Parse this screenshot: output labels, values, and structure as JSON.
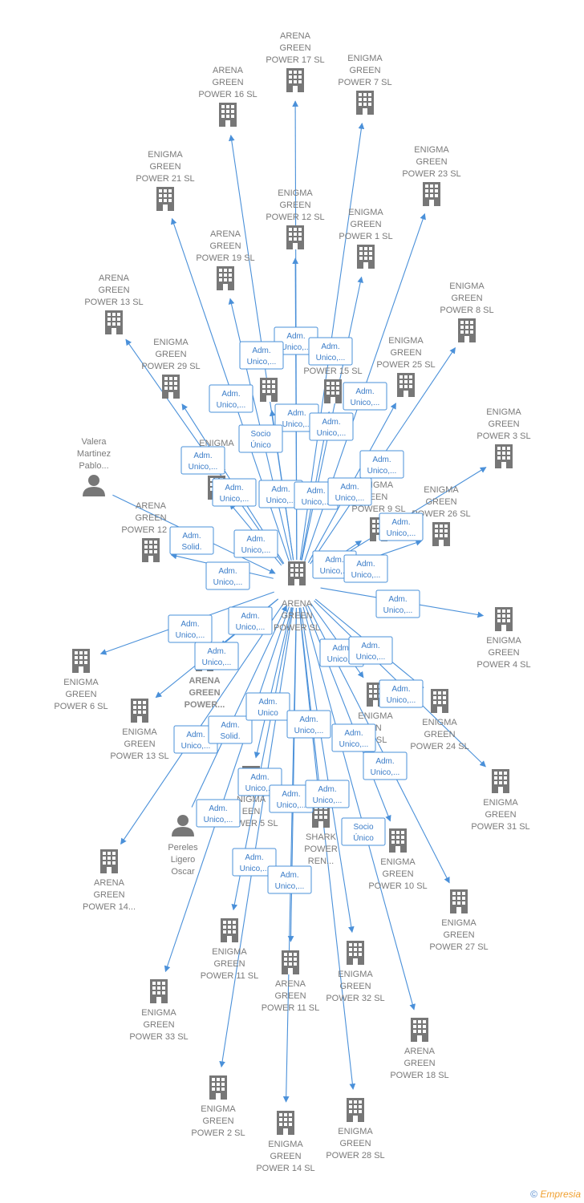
{
  "center": {
    "lines": [
      "ARENA",
      "GREEN",
      "POWER  SL"
    ]
  },
  "nodes": [
    {
      "id": "n17",
      "lines": [
        "ARENA",
        "GREEN",
        "POWER 17  SL"
      ],
      "type": "company"
    },
    {
      "id": "n16",
      "lines": [
        "ARENA",
        "GREEN",
        "POWER 16  SL"
      ],
      "type": "company"
    },
    {
      "id": "e7",
      "lines": [
        "ENIGMA",
        "GREEN",
        "POWER 7  SL"
      ],
      "type": "company"
    },
    {
      "id": "e21",
      "lines": [
        "ENIGMA",
        "GREEN",
        "POWER 21  SL"
      ],
      "type": "company"
    },
    {
      "id": "e23",
      "lines": [
        "ENIGMA",
        "GREEN",
        "POWER 23  SL"
      ],
      "type": "company"
    },
    {
      "id": "e12",
      "lines": [
        "ENIGMA",
        "GREEN",
        "POWER 12  SL"
      ],
      "type": "company"
    },
    {
      "id": "a19",
      "lines": [
        "ARENA",
        "GREEN",
        "POWER 19  SL"
      ],
      "type": "company"
    },
    {
      "id": "e1",
      "lines": [
        "ENIGMA",
        "GREEN",
        "POWER 1  SL"
      ],
      "type": "company"
    },
    {
      "id": "a13",
      "lines": [
        "ARENA",
        "GREEN",
        "POWER 13  SL"
      ],
      "type": "company"
    },
    {
      "id": "e8",
      "lines": [
        "ENIGMA",
        "GREEN",
        "POWER 8  SL"
      ],
      "type": "company"
    },
    {
      "id": "e29",
      "lines": [
        "ENIGMA",
        "GREEN",
        "POWER 29  SL"
      ],
      "type": "company"
    },
    {
      "id": "a_p",
      "lines": [
        "ARE",
        "",
        ""
      ],
      "type": "company"
    },
    {
      "id": "p15",
      "lines": [
        "",
        "",
        "POWER 15  SL"
      ],
      "type": "company"
    },
    {
      "id": "e25",
      "lines": [
        "ENIGMA",
        "GREEN",
        "POWER 25  SL"
      ],
      "type": "company"
    },
    {
      "id": "e3",
      "lines": [
        "ENIGMA",
        "GREEN",
        "POWER 3  SL"
      ],
      "type": "company"
    },
    {
      "id": "valera",
      "lines": [
        "Valera",
        "Martinez",
        "Pablo..."
      ],
      "type": "person"
    },
    {
      "id": "eX0",
      "lines": [
        "ENIGMA",
        "N",
        "0  SL"
      ],
      "type": "company"
    },
    {
      "id": "e9",
      "lines": [
        "NIGMA",
        "EEN",
        "POWER 9  SL"
      ],
      "type": "company"
    },
    {
      "id": "e26",
      "lines": [
        "ENIGMA",
        "GREEN",
        "POWER 26  SL"
      ],
      "type": "company"
    },
    {
      "id": "a12",
      "lines": [
        "ARENA",
        "GREEN",
        "POWER 12  SL"
      ],
      "type": "company"
    },
    {
      "id": "e4",
      "lines": [
        "ENIGMA",
        "GREEN",
        "POWER 4  SL"
      ],
      "type": "company"
    },
    {
      "id": "e6",
      "lines": [
        "ENIGMA",
        "GREEN",
        "POWER 6  SL"
      ],
      "type": "company"
    },
    {
      "id": "agp",
      "lines": [
        "ARENA",
        "GREEN",
        "POWER..."
      ],
      "type": "company",
      "bold": true
    },
    {
      "id": "e13",
      "lines": [
        "ENIGMA",
        "GREEN",
        "POWER 13  SL"
      ],
      "type": "company"
    },
    {
      "id": "e22",
      "lines": [
        "ENIGMA",
        "EN",
        "22  SL"
      ],
      "type": "company"
    },
    {
      "id": "e24",
      "lines": [
        "ENIGMA",
        "GREEN",
        "POWER 24  SL"
      ],
      "type": "company"
    },
    {
      "id": "e31",
      "lines": [
        "ENIGMA",
        "GREEN",
        "POWER 31  SL"
      ],
      "type": "company"
    },
    {
      "id": "e5",
      "lines": [
        "NIGMA",
        "EEN",
        "POWER 5  SL"
      ],
      "type": "company"
    },
    {
      "id": "shark",
      "lines": [
        "SHARK",
        "POWER",
        "REN..."
      ],
      "type": "company"
    },
    {
      "id": "pereles",
      "lines": [
        "Pereles",
        "Ligero",
        "Oscar"
      ],
      "type": "person"
    },
    {
      "id": "a14",
      "lines": [
        "ARENA",
        "GREEN",
        "POWER 14..."
      ],
      "type": "company"
    },
    {
      "id": "e10",
      "lines": [
        "ENIGMA",
        "GREEN",
        "POWER 10  SL"
      ],
      "type": "company"
    },
    {
      "id": "e27",
      "lines": [
        "ENIGMA",
        "GREEN",
        "POWER 27  SL"
      ],
      "type": "company"
    },
    {
      "id": "e11",
      "lines": [
        "ENIGMA",
        "GREEN",
        "POWER 11  SL"
      ],
      "type": "company"
    },
    {
      "id": "a11",
      "lines": [
        "ARENA",
        "GREEN",
        "POWER 11  SL"
      ],
      "type": "company"
    },
    {
      "id": "e32",
      "lines": [
        "ENIGMA",
        "GREEN",
        "POWER 32  SL"
      ],
      "type": "company"
    },
    {
      "id": "e33",
      "lines": [
        "ENIGMA",
        "GREEN",
        "POWER 33  SL"
      ],
      "type": "company"
    },
    {
      "id": "a18",
      "lines": [
        "ARENA",
        "GREEN",
        "POWER 18  SL"
      ],
      "type": "company"
    },
    {
      "id": "e2",
      "lines": [
        "ENIGMA",
        "GREEN",
        "POWER 2  SL"
      ],
      "type": "company"
    },
    {
      "id": "e14",
      "lines": [
        "ENIGMA",
        "GREEN",
        "POWER 14  SL"
      ],
      "type": "company"
    },
    {
      "id": "e28",
      "lines": [
        "ENIGMA",
        "GREEN",
        "POWER 28  SL"
      ],
      "type": "company"
    }
  ],
  "roles": [
    {
      "lines": [
        "Adm.",
        "Unico,..."
      ]
    },
    {
      "lines": [
        "Adm.",
        "Unico,..."
      ]
    },
    {
      "lines": [
        "Adm.",
        "Unico,..."
      ]
    },
    {
      "lines": [
        "Adm.",
        "Unico,..."
      ]
    },
    {
      "lines": [
        "Adm.",
        "Unico,..."
      ]
    },
    {
      "lines": [
        "Adm.",
        "Unico,..."
      ]
    },
    {
      "lines": [
        "Adm.",
        "Unico,..."
      ]
    },
    {
      "lines": [
        "Socio",
        "Único"
      ]
    },
    {
      "lines": [
        "Adm.",
        "Unico,..."
      ]
    },
    {
      "lines": [
        "Adm.",
        "Unico,..."
      ]
    },
    {
      "lines": [
        "Adm.",
        "Unico,..."
      ]
    },
    {
      "lines": [
        "Adm.",
        "Unico,..."
      ]
    },
    {
      "lines": [
        "Adm.",
        "Unico,..."
      ]
    },
    {
      "lines": [
        "Adm.",
        "Unico,..."
      ]
    },
    {
      "lines": [
        "Adm.",
        "Unico,..."
      ]
    },
    {
      "lines": [
        "Adm.",
        "Solid."
      ]
    },
    {
      "lines": [
        "Adm.",
        "Unico,..."
      ]
    },
    {
      "lines": [
        "Adm.",
        "Unico,..."
      ]
    },
    {
      "lines": [
        "Adm.",
        "Unico,..."
      ]
    },
    {
      "lines": [
        "Adm.",
        "Unico,..."
      ]
    },
    {
      "lines": [
        "Adm.",
        "Unico,..."
      ]
    },
    {
      "lines": [
        "Adm.",
        "Unico,..."
      ]
    },
    {
      "lines": [
        "Adm.",
        "Unico,..."
      ]
    },
    {
      "lines": [
        "Adm.",
        "Unico,..."
      ]
    },
    {
      "lines": [
        "Adm.",
        "Unico,..."
      ]
    },
    {
      "lines": [
        "Adm.",
        "Unico,..."
      ]
    },
    {
      "lines": [
        "Adm.",
        "Unico,..."
      ]
    },
    {
      "lines": [
        "Adm.",
        "Unico,..."
      ]
    },
    {
      "lines": [
        "Adm.",
        "Solid."
      ]
    },
    {
      "lines": [
        "Adm.",
        "Unico"
      ]
    },
    {
      "lines": [
        "Adm.",
        "Unico,..."
      ]
    },
    {
      "lines": [
        "Adm.",
        "Unico,..."
      ]
    },
    {
      "lines": [
        "Adm.",
        "Unico,..."
      ]
    },
    {
      "lines": [
        "Adm.",
        "Unico,..."
      ]
    },
    {
      "lines": [
        "Adm.",
        "Unico,..."
      ]
    },
    {
      "lines": [
        "Adm.",
        "Unico,..."
      ]
    },
    {
      "lines": [
        "Socio",
        "Único"
      ]
    },
    {
      "lines": [
        "Adm.",
        "Unico,..."
      ]
    },
    {
      "lines": [
        "Adm.",
        "Unico,..."
      ]
    },
    {
      "lines": [
        "Adm.",
        "Unico,..."
      ]
    }
  ],
  "footer": {
    "copyright": "©",
    "brand": "Empresia"
  },
  "colors": {
    "edge": "#4a90d9",
    "icon": "#777777",
    "label": "#7a7a7a"
  }
}
